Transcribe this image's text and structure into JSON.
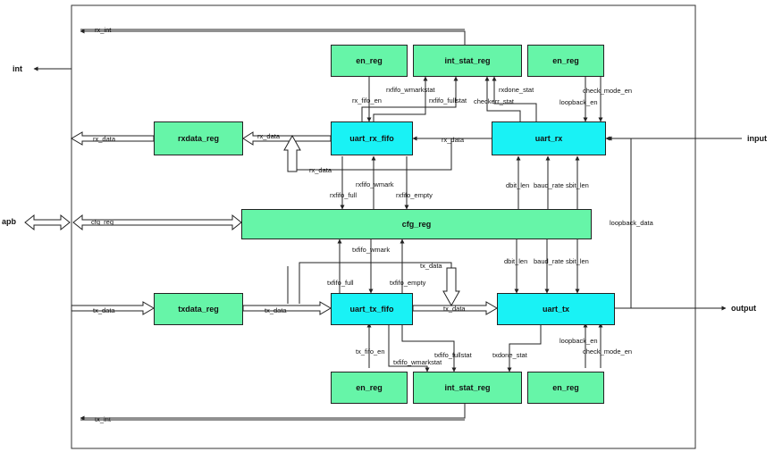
{
  "external": {
    "int": "int",
    "apb": "apb",
    "input": "input",
    "output": "output"
  },
  "blocks": {
    "en_reg_top_1": "en_reg",
    "int_stat_reg_top": "int_stat_reg",
    "en_reg_top_2": "en_reg",
    "rxdata_reg": "rxdata_reg",
    "uart_rx_fifo": "uart_rx_fifo",
    "uart_rx": "uart_rx",
    "cfg_reg": "cfg_reg",
    "txdata_reg": "txdata_reg",
    "uart_tx_fifo": "uart_tx_fifo",
    "uart_tx": "uart_tx",
    "en_reg_bot_1": "en_reg",
    "int_stat_reg_bot": "int_stat_reg",
    "en_reg_bot_2": "en_reg"
  },
  "signals": {
    "rx_int": "rx_int",
    "tx_int": "tx_int",
    "rx_data_out": "rx_data",
    "rx_data_fifo_to_rxdata": "rx_data",
    "rx_data_rx_to_fifo": "rx_data",
    "rx_data_loop": "rx_data",
    "cfg_reg": "cfg_reg",
    "tx_data_in": "tx_data",
    "tx_data_to_fifo": "tx_data",
    "tx_data_fifo_to_tx": "tx_data",
    "tx_data_top": "tx_data",
    "rx_fifo_en": "rx_fifo_en",
    "rxfifo_wmarkstat": "rxfifo_wmarkstat",
    "rxfifo_fullstat": "rxfifo_fullstat",
    "rxdone_stat": "rxdone_stat",
    "checkerr_stat": "checkerr_stat",
    "check_mode_en_top": "check_mode_en",
    "loopback_en_top": "loopback_en",
    "rxfifo_wmark": "rxfifo_wmark",
    "rxfifo_full": "rxfifo_full",
    "rxfifo_empty": "rxfifo_empty",
    "dbit_len_rx": "dbit_len",
    "baud_rate_rx": "baud_rate",
    "sbit_len_rx": "sbit_len",
    "loopback_data": "loopback_data",
    "txfifo_wmark": "txfifo_wmark",
    "txfifo_full": "txfifo_full",
    "txfifo_empty": "txfifo_empty",
    "dbit_len_tx": "dbit_len",
    "baud_rate_tx": "baud_rate",
    "sbit_len_tx": "sbit_len",
    "tx_fifo_en": "tx_fifo_en",
    "txfifo_wmarkstat": "txfifo_wmarkstat",
    "txfifo_fullstat": "txfifo_fullstat",
    "txdone_stat": "txdone_stat",
    "loopback_en_bot": "loopback_en",
    "check_mode_en_bot": "check_mode_en"
  },
  "colors": {
    "register": "#66f5a8",
    "uart_block": "#19f2f5",
    "line": "#222222"
  }
}
